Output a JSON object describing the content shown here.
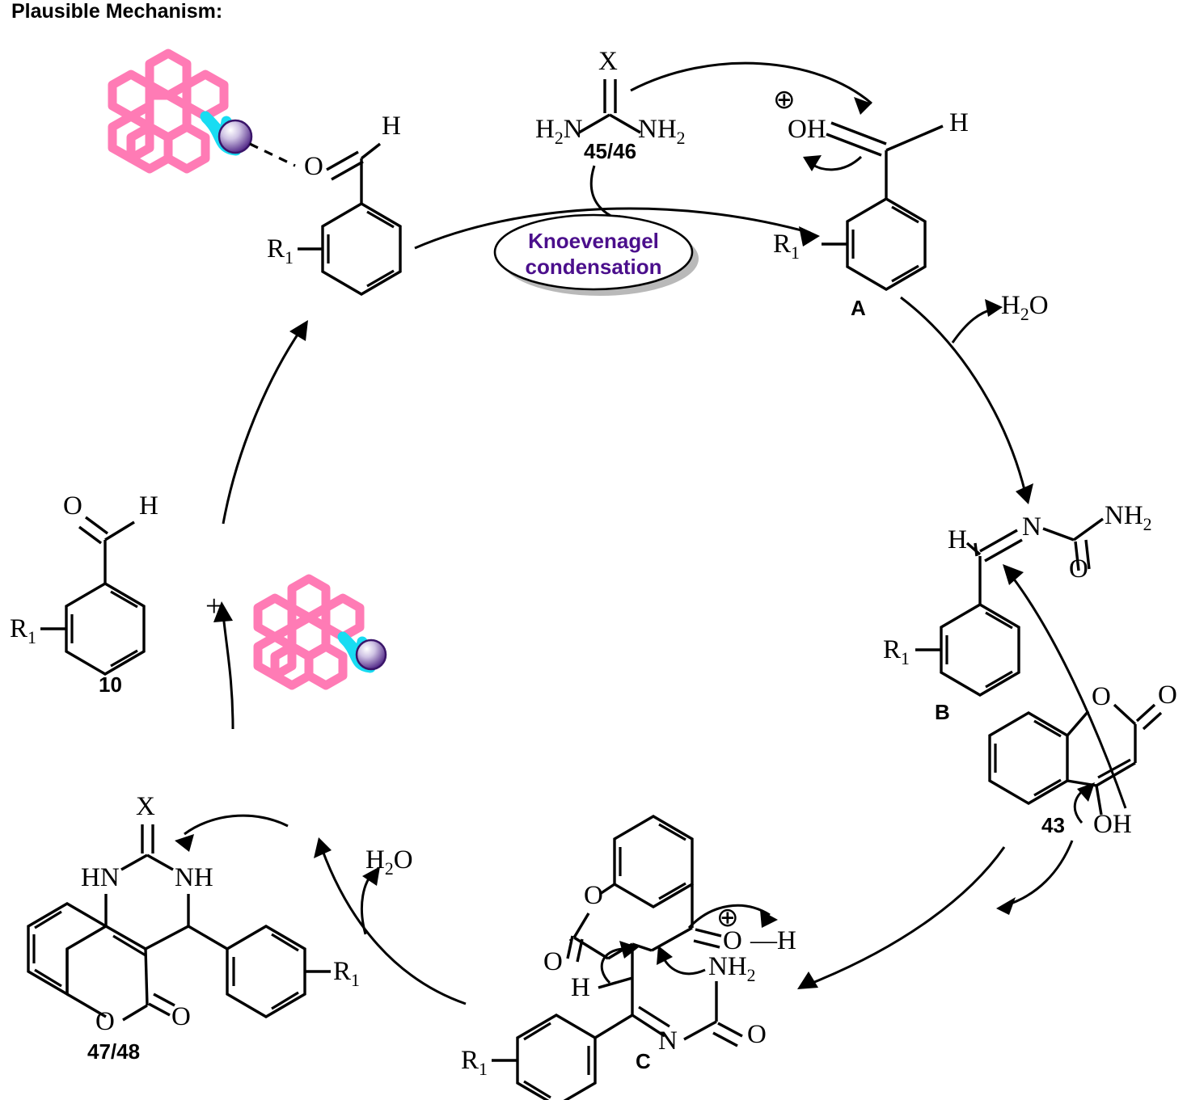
{
  "title": "Plausible Mechanism:",
  "accent_colors": {
    "catalyst_sheet_pink": "#FF7BB5",
    "catalyst_linker_cyan": "#18DCF2",
    "catalyst_sphere_purple": "#5B2D8E",
    "knoevenagel_text_purple": "#4B0F8C",
    "bond_black": "#000000"
  },
  "step_label": {
    "knoevenagel": "Knoevenagel",
    "condensation": "condensation"
  },
  "compound_labels": {
    "aldehyde": "10",
    "urea_thiourea": "45/46",
    "hydroxycoumarin": "43",
    "product": "47/48",
    "intermediate_a": "A",
    "intermediate_b": "B",
    "intermediate_c": "C"
  },
  "byproducts": {
    "water_right": "H2O",
    "water_left": "H2O"
  },
  "atoms": {
    "O": "O",
    "H": "H",
    "X": "X",
    "N": "N",
    "NH": "NH",
    "HN": "HN",
    "NH2": "NH2",
    "H2N": "H2N",
    "OH": "OH",
    "R1": "R1",
    "plus_charge": "⊕",
    "plus_reagent": "+"
  },
  "structures": [
    {
      "name": "catalyst-bound-aldehyde",
      "position": "top-left",
      "labels": [
        "O",
        "H",
        "R1"
      ],
      "note": "aryl aldehyde coordinated to catalyst sphere by dashed bond"
    },
    {
      "name": "urea-thiourea-reagent",
      "position": "top-center",
      "labels": [
        "X",
        "H2N",
        "NH2",
        "45/46"
      ]
    },
    {
      "name": "intermediate-A",
      "position": "top-right",
      "labels": [
        "⊕",
        "OH",
        "H",
        "R1",
        "A"
      ]
    },
    {
      "name": "intermediate-B",
      "position": "right",
      "labels": [
        "H",
        "N",
        "NH2",
        "O",
        "R1",
        "B"
      ]
    },
    {
      "name": "hydroxycoumarin-43",
      "position": "right-lower",
      "labels": [
        "O",
        "O",
        "OH",
        "43"
      ]
    },
    {
      "name": "intermediate-C",
      "position": "bottom-center",
      "labels": [
        "O",
        "O",
        "⊕",
        "O",
        "H",
        "NH2",
        "N",
        "O",
        "H",
        "R1",
        "C"
      ]
    },
    {
      "name": "product-47-48",
      "position": "bottom-left",
      "labels": [
        "X",
        "HN",
        "NH",
        "O",
        "O",
        "R1",
        "47/48"
      ]
    },
    {
      "name": "aldehyde-10",
      "position": "left",
      "labels": [
        "O",
        "H",
        "R1",
        "10"
      ]
    },
    {
      "name": "free-catalyst",
      "position": "left-center",
      "labels": []
    }
  ]
}
